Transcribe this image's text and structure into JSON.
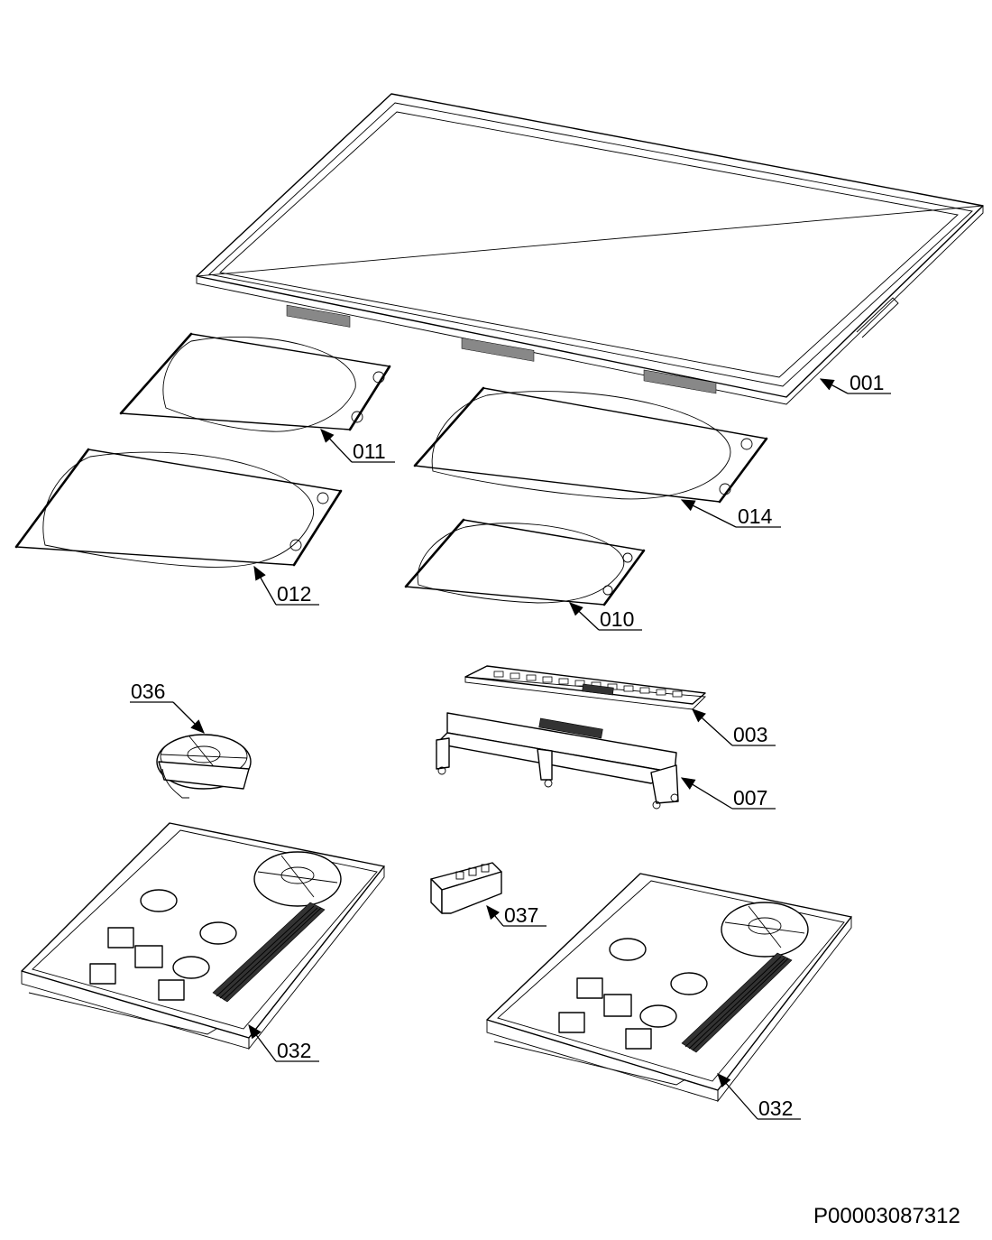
{
  "diagram": {
    "document_id": "P00003087312",
    "callouts": {
      "glass_frame": "001",
      "control_board": "003",
      "control_bracket": "007",
      "coil_front_right": "010",
      "coil_rear_left": "011",
      "coil_front_left": "012",
      "coil_rear_right": "014",
      "power_board_left": "032",
      "power_board_right": "032",
      "fan": "036",
      "filter": "037"
    }
  }
}
